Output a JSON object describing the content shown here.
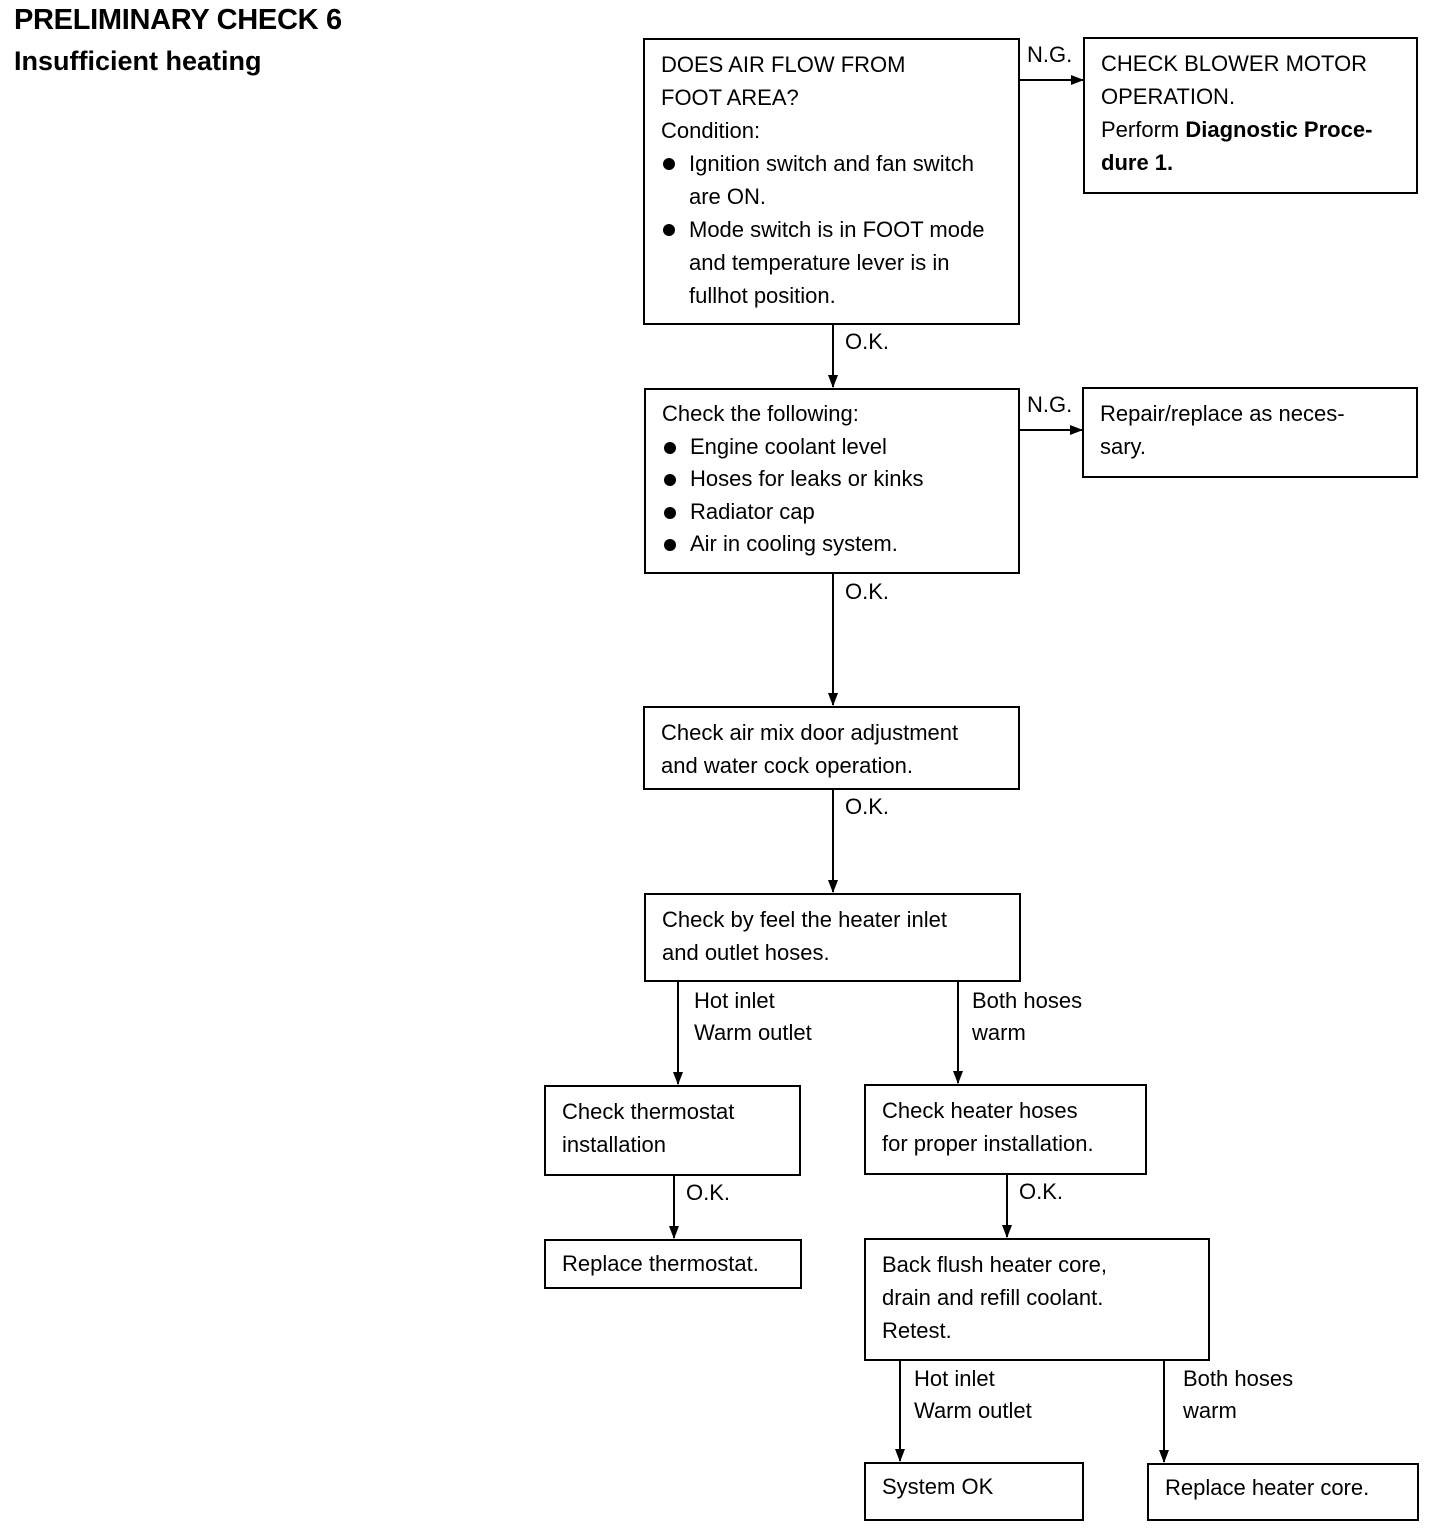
{
  "header": {
    "title": "PRELIMINARY CHECK 6",
    "subtitle": "Insufficient heating"
  },
  "nodes": {
    "air_flow": {
      "lines": [
        "DOES AIR FLOW FROM",
        "FOOT AREA?",
        "Condition:"
      ],
      "bullets": [
        "Ignition switch and fan switch are ON.",
        "Mode switch is in FOOT mode and temperature lever is in fullhot position."
      ]
    },
    "blower": {
      "line1": "CHECK BLOWER MOTOR",
      "line2": "OPERATION.",
      "line3_prefix": "Perform ",
      "line3_bold": "Diagnostic Proce-",
      "line4_bold": "dure 1."
    },
    "check_following": {
      "heading": "Check the following:",
      "bullets": [
        "Engine coolant level",
        "Hoses for leaks or kinks",
        "Radiator cap",
        "Air in cooling system."
      ]
    },
    "repair": {
      "lines": [
        "Repair/replace as neces-",
        "sary."
      ]
    },
    "air_mix": {
      "lines": [
        "Check air mix door adjustment",
        "and water cock operation."
      ]
    },
    "feel_hoses": {
      "lines": [
        "Check by feel the heater inlet",
        "and outlet hoses."
      ]
    },
    "thermostat_install": {
      "lines": [
        "Check thermostat",
        "installation"
      ]
    },
    "heater_hoses": {
      "lines": [
        "Check heater hoses",
        "for proper installation."
      ]
    },
    "replace_thermostat": {
      "lines": [
        "Replace thermostat."
      ]
    },
    "back_flush": {
      "lines": [
        "Back flush heater core,",
        "drain and refill coolant.",
        "Retest."
      ]
    },
    "system_ok": {
      "lines": [
        "System OK"
      ]
    },
    "replace_core": {
      "lines": [
        "Replace heater core."
      ]
    }
  },
  "labels": {
    "ng": "N.G.",
    "ok": "O.K.",
    "hot_inlet": "Hot inlet",
    "warm_outlet": "Warm outlet",
    "both_hoses": "Both hoses",
    "warm": "warm"
  }
}
